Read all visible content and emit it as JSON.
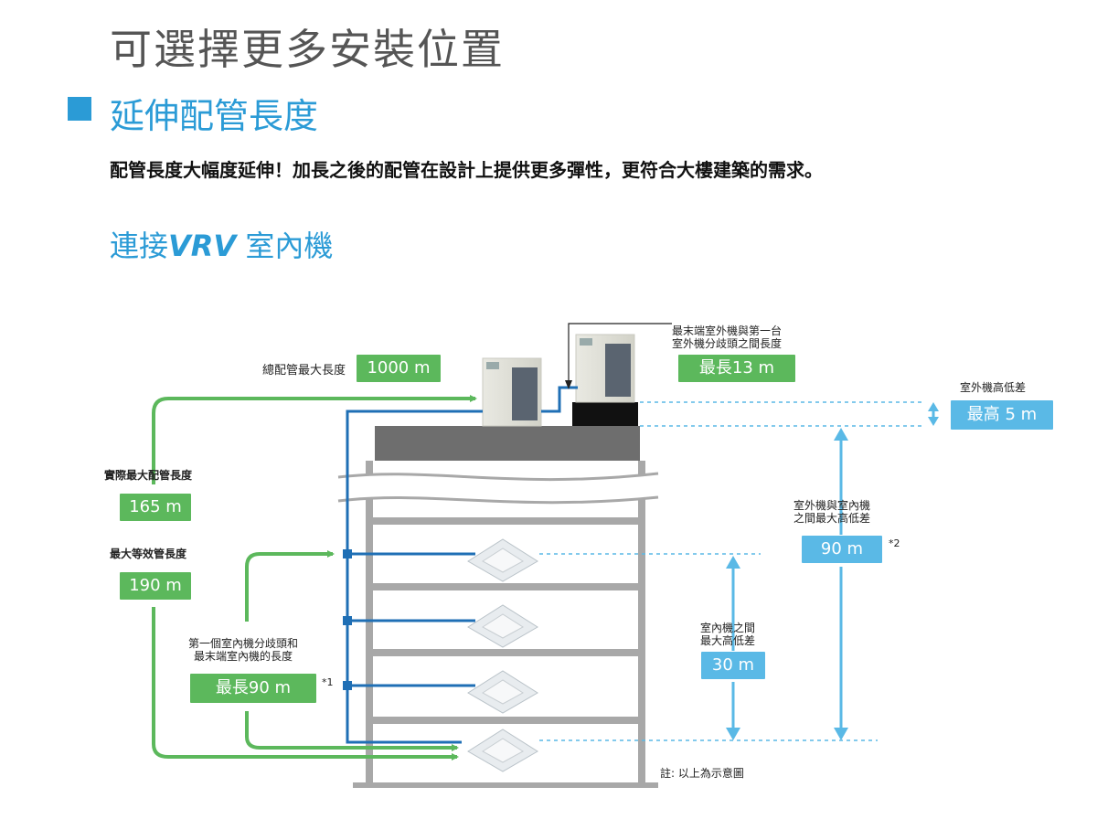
{
  "page": {
    "title": "可選擇更多安裝位置",
    "section_title": "延伸配管長度",
    "description": "配管長度大幅度延伸！加長之後的配管在設計上提供更多彈性，更符合大樓建築的需求。",
    "subtitle_prefix": "連接",
    "subtitle_em": "VRV",
    "subtitle_suffix": " 室內機"
  },
  "diagram": {
    "total_pipe": {
      "label": "總配管最大長度",
      "value": "1000 m"
    },
    "outdoor_branch": {
      "label_line1": "最末端室外機與第一台",
      "label_line2": "室外機分歧頭之間長度",
      "value": "最長13 m"
    },
    "outdoor_height": {
      "label": "室外機高低差",
      "value": "最高 5 m"
    },
    "actual_pipe": {
      "label": "實際最大配管長度",
      "value": "165 m"
    },
    "equivalent_pipe": {
      "label": "最大等效管長度",
      "value": "190 m"
    },
    "out_in_height": {
      "label_line1": "室外機與室內機",
      "label_line2": "之間最大高低差",
      "value": "90 m",
      "note": "*2"
    },
    "indoor_height": {
      "label_line1": "室內機之間",
      "label_line2": "最大高低差",
      "value": "30 m"
    },
    "first_branch": {
      "label_line1": "第一個室內機分歧頭和",
      "label_line2": "最末端室內機的長度",
      "value": "最長90 m",
      "note": "*1"
    },
    "footnote": "註: 以上為示意圖"
  },
  "colors": {
    "accent_blue": "#2b9bd6",
    "green": "#5cb85c",
    "light_blue": "#5ab9e6",
    "pipe_blue": "#1f6fb5"
  }
}
